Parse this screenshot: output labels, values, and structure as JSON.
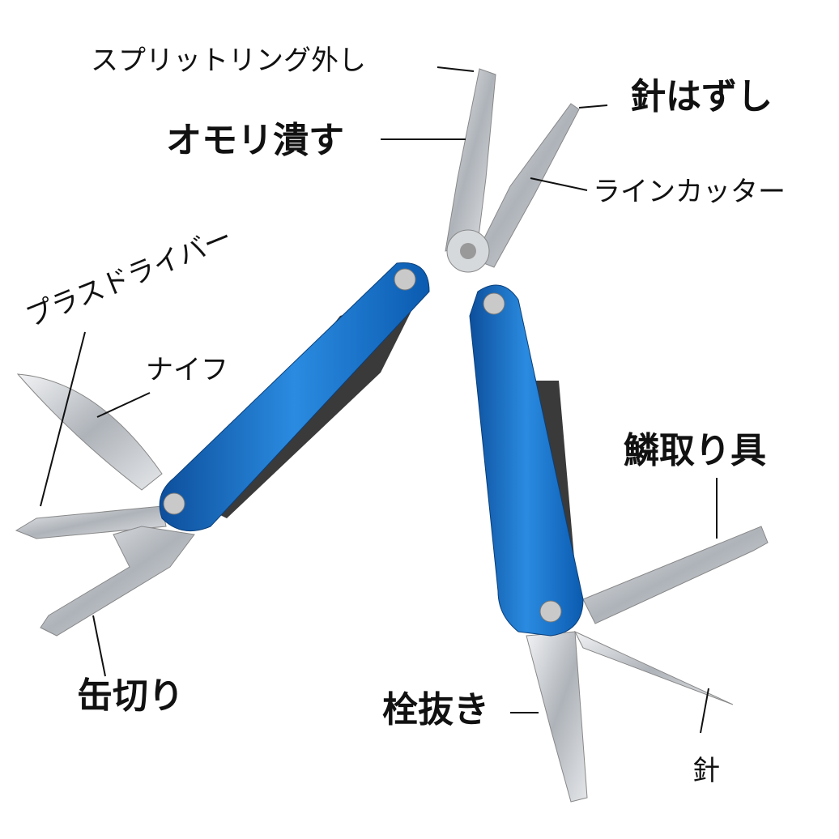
{
  "labels": {
    "split_ring": "スプリットリング外し",
    "hook_remover": "針はずし",
    "sinker_crusher": "オモリ潰す",
    "line_cutter": "ラインカッター",
    "screwdriver": "プラスドライバー",
    "knife": "ナイフ",
    "scale_remover": "鱗取り具",
    "can_opener": "缶切り",
    "bottle_opener": "栓抜き",
    "needle": "針"
  },
  "colors": {
    "handle": "#1e73c8",
    "steel": "#c9cdd2",
    "dark": "#3a3a3a"
  }
}
